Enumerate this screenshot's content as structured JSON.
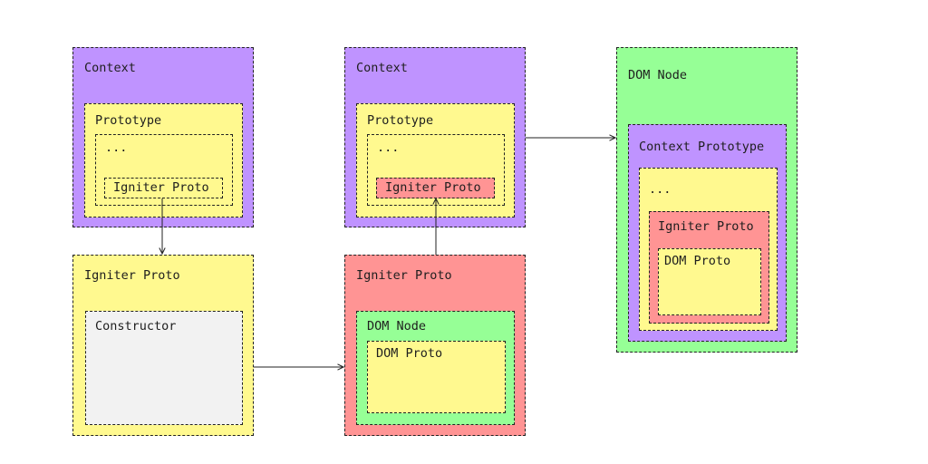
{
  "colors": {
    "context": "#bf93ff",
    "prototype": "#fff98f",
    "igniter": "#ff9494",
    "dom_node": "#96ff96",
    "constructor": "#f2f2f2"
  },
  "panel1": {
    "context": "Context",
    "prototype": "Prototype",
    "ellipsis": "...",
    "igniter_proto": "Igniter Proto"
  },
  "panel2": {
    "igniter_proto": "Igniter Proto",
    "constructor": "Constructor"
  },
  "panel3": {
    "context": "Context",
    "prototype": "Prototype",
    "ellipsis": "...",
    "igniter_proto": "Igniter Proto"
  },
  "panel4": {
    "igniter_proto": "Igniter Proto",
    "dom_node": "DOM Node",
    "dom_proto": "DOM Proto"
  },
  "panel5": {
    "dom_node": "DOM Node",
    "context_prototype": "Context Prototype",
    "ellipsis": "...",
    "igniter_proto": "Igniter Proto",
    "dom_proto": "DOM Proto"
  }
}
